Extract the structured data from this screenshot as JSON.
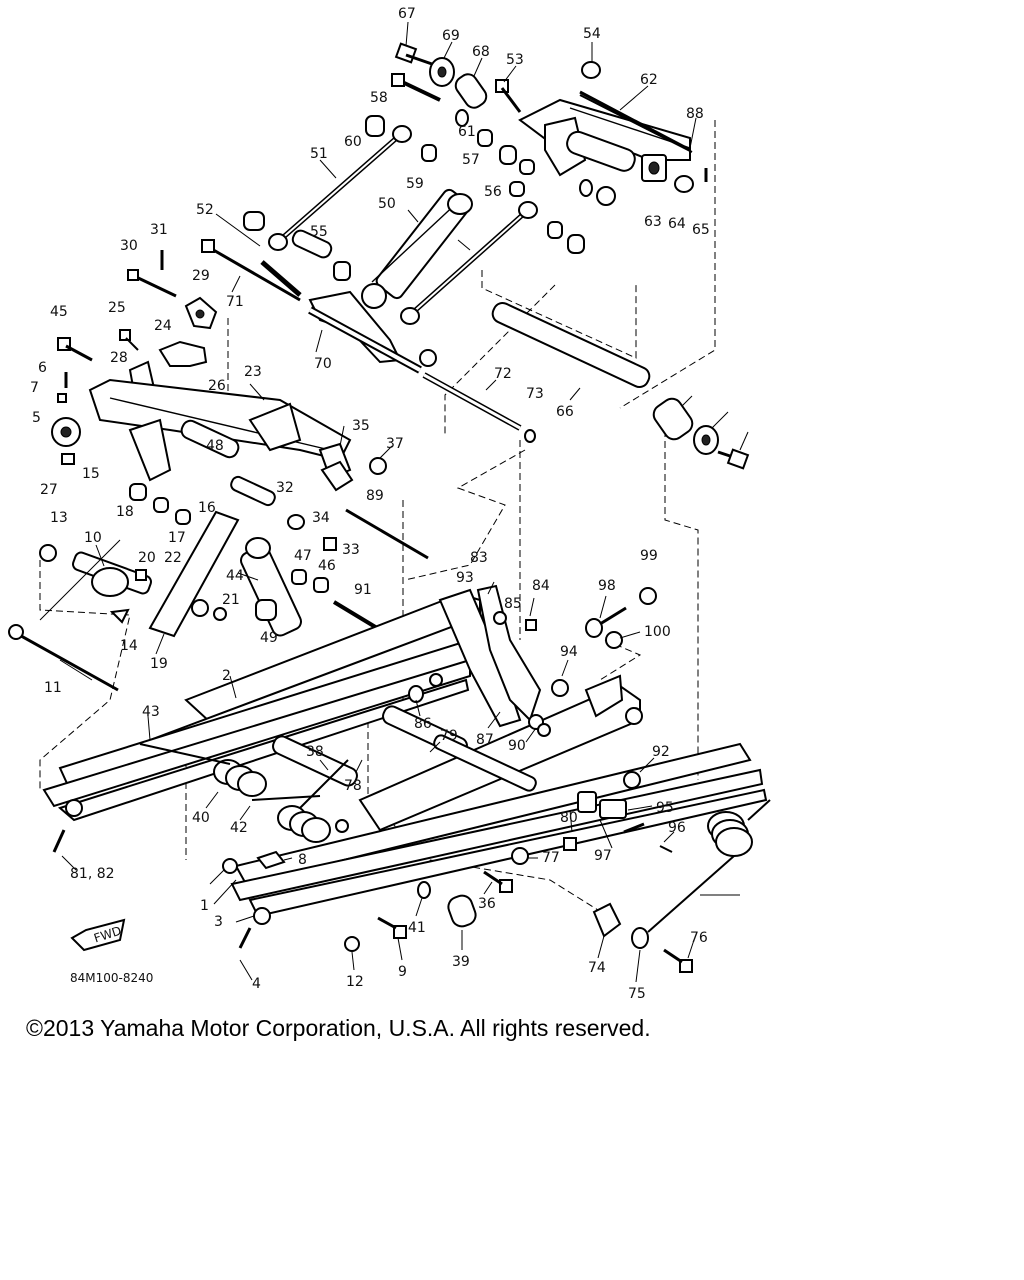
{
  "diagram": {
    "drawing_code": "84M100-8240",
    "fwd_label": "FWD",
    "callouts": [
      "67",
      "69",
      "68",
      "53",
      "54",
      "62",
      "88",
      "58",
      "60",
      "61",
      "51",
      "57",
      "59",
      "56",
      "50",
      "55",
      "63",
      "64",
      "65",
      "31",
      "30",
      "52",
      "71",
      "29",
      "45",
      "25",
      "24",
      "70",
      "72",
      "73",
      "66",
      "28",
      "6",
      "7",
      "26",
      "23",
      "5",
      "48",
      "35",
      "37",
      "27",
      "15",
      "18",
      "16",
      "32",
      "34",
      "89",
      "13",
      "17",
      "10",
      "20",
      "22",
      "33",
      "47",
      "46",
      "44",
      "21",
      "14",
      "49",
      "19",
      "91",
      "83",
      "93",
      "85",
      "84",
      "99",
      "98",
      "100",
      "94",
      "11",
      "2",
      "43",
      "86",
      "87",
      "90",
      "38",
      "79",
      "78",
      "92",
      "40",
      "42",
      "80",
      "95",
      "97",
      "96",
      "77",
      "8",
      "36",
      "3",
      "1",
      "41",
      "9",
      "39",
      "74",
      "76",
      "75",
      "12",
      "4",
      "81, 82"
    ]
  },
  "footer": {
    "copyright": "©2013 Yamaha Motor Corporation, U.S.A. All rights reserved."
  }
}
